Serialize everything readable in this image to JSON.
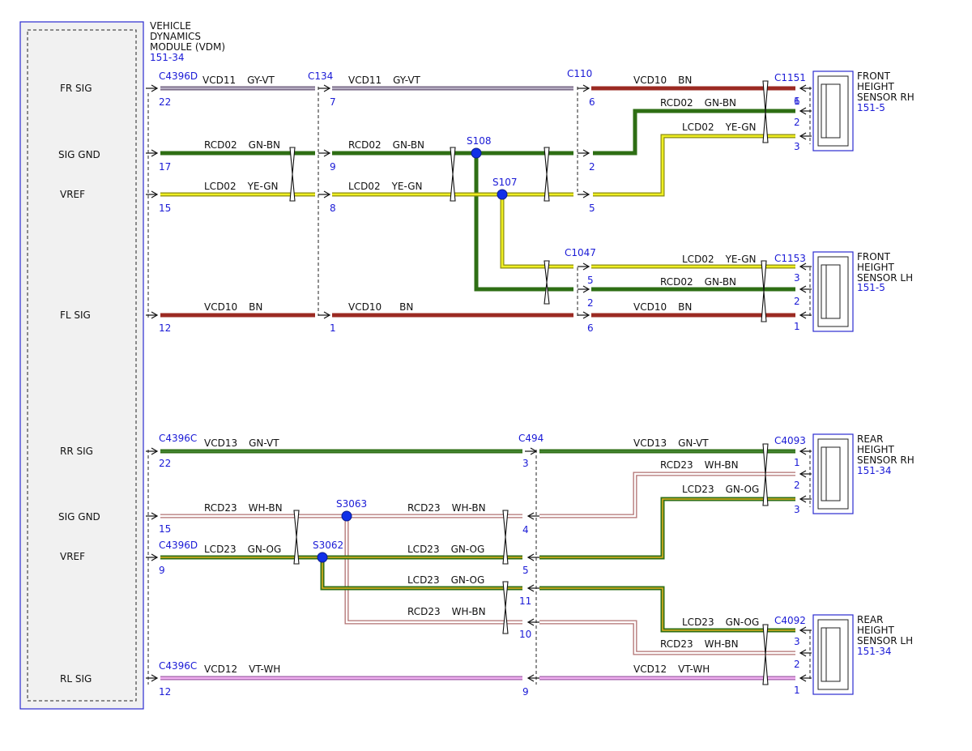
{
  "module": {
    "lines": [
      "VEHICLE",
      "DYNAMICS",
      "MODULE (VDM)"
    ],
    "ref": "151-34",
    "pins": [
      "FR SIG",
      "SIG GND",
      "VREF",
      "FL SIG",
      "RR SIG",
      "SIG GND",
      "VREF",
      "RL SIG"
    ]
  },
  "connectors": {
    "c4396d_top": "C4396D",
    "c134": "C134",
    "c110": "C110",
    "c1151": "C1151",
    "c1047": "C1047",
    "c1153": "C1153",
    "c4396c_rr": "C4396C",
    "c494": "C494",
    "c4093": "C4093",
    "c4396d_vref": "C4396D",
    "c4092": "C4092",
    "c4396c_rl": "C4396C"
  },
  "splices": {
    "s108": "S108",
    "s107": "S107",
    "s3063": "S3063",
    "s3062": "S3062"
  },
  "sensors": {
    "frh": {
      "lines": [
        "FRONT",
        "HEIGHT",
        "SENSOR RH"
      ],
      "ref": "151-5"
    },
    "flh": {
      "lines": [
        "FRONT",
        "HEIGHT",
        "SENSOR LH"
      ],
      "ref": "151-5"
    },
    "rrh": {
      "lines": [
        "REAR",
        "HEIGHT",
        "SENSOR RH"
      ],
      "ref": "151-34"
    },
    "rlh": {
      "lines": [
        "REAR",
        "HEIGHT",
        "SENSOR LH"
      ],
      "ref": "151-34"
    }
  },
  "wire_labels": [
    {
      "circuit": "VCD11",
      "color": "GY-VT"
    },
    {
      "circuit": "VCD11",
      "color": "GY-VT"
    },
    {
      "circuit": "VCD10",
      "color": "BN"
    },
    {
      "circuit": "RCD02",
      "color": "GN-BN"
    },
    {
      "circuit": "RCD02",
      "color": "GN-BN"
    },
    {
      "circuit": "RCD02",
      "color": "GN-BN"
    },
    {
      "circuit": "LCD02",
      "color": "YE-GN"
    },
    {
      "circuit": "LCD02",
      "color": "YE-GN"
    },
    {
      "circuit": "LCD02",
      "color": "YE-GN"
    },
    {
      "circuit": "LCD02",
      "color": "YE-GN"
    },
    {
      "circuit": "RCD02",
      "color": "GN-BN"
    },
    {
      "circuit": "VCD10",
      "color": "BN"
    },
    {
      "circuit": "VCD10",
      "color": "BN"
    },
    {
      "circuit": "VCD10",
      "color": "BN"
    },
    {
      "circuit": "VCD13",
      "color": "GN-VT"
    },
    {
      "circuit": "VCD13",
      "color": "GN-VT"
    },
    {
      "circuit": "RCD23",
      "color": "WH-BN"
    },
    {
      "circuit": "RCD23",
      "color": "WH-BN"
    },
    {
      "circuit": "RCD23",
      "color": "WH-BN"
    },
    {
      "circuit": "LCD23",
      "color": "GN-OG"
    },
    {
      "circuit": "LCD23",
      "color": "GN-OG"
    },
    {
      "circuit": "LCD23",
      "color": "GN-OG"
    },
    {
      "circuit": "LCD23",
      "color": "GN-OG"
    },
    {
      "circuit": "LCD23",
      "color": "GN-OG"
    },
    {
      "circuit": "RCD23",
      "color": "WH-BN"
    },
    {
      "circuit": "RCD23",
      "color": "WH-BN"
    },
    {
      "circuit": "VCD12",
      "color": "VT-WH"
    },
    {
      "circuit": "VCD12",
      "color": "VT-WH"
    }
  ],
  "pin_numbers": [
    "22",
    "17",
    "15",
    "12",
    "7",
    "9",
    "8",
    "1",
    "6",
    "2",
    "5",
    "6",
    "1",
    "2",
    "3",
    "5",
    "2",
    "6",
    "3",
    "2",
    "1",
    "22",
    "15",
    "9",
    "12",
    "3",
    "4",
    "5",
    "11",
    "10",
    "9",
    "1",
    "2",
    "3",
    "3",
    "2",
    "1"
  ],
  "colors": {
    "brown": "#9b2a22",
    "green": "#2e6e14",
    "yellow": "#eeee22",
    "gray_violet": "#9a8fa5",
    "violet_white": "#d58ad8",
    "white_brown": "#c8a8a0",
    "green_orange": "#3f8a1a",
    "blue": "#1a1ad6"
  }
}
